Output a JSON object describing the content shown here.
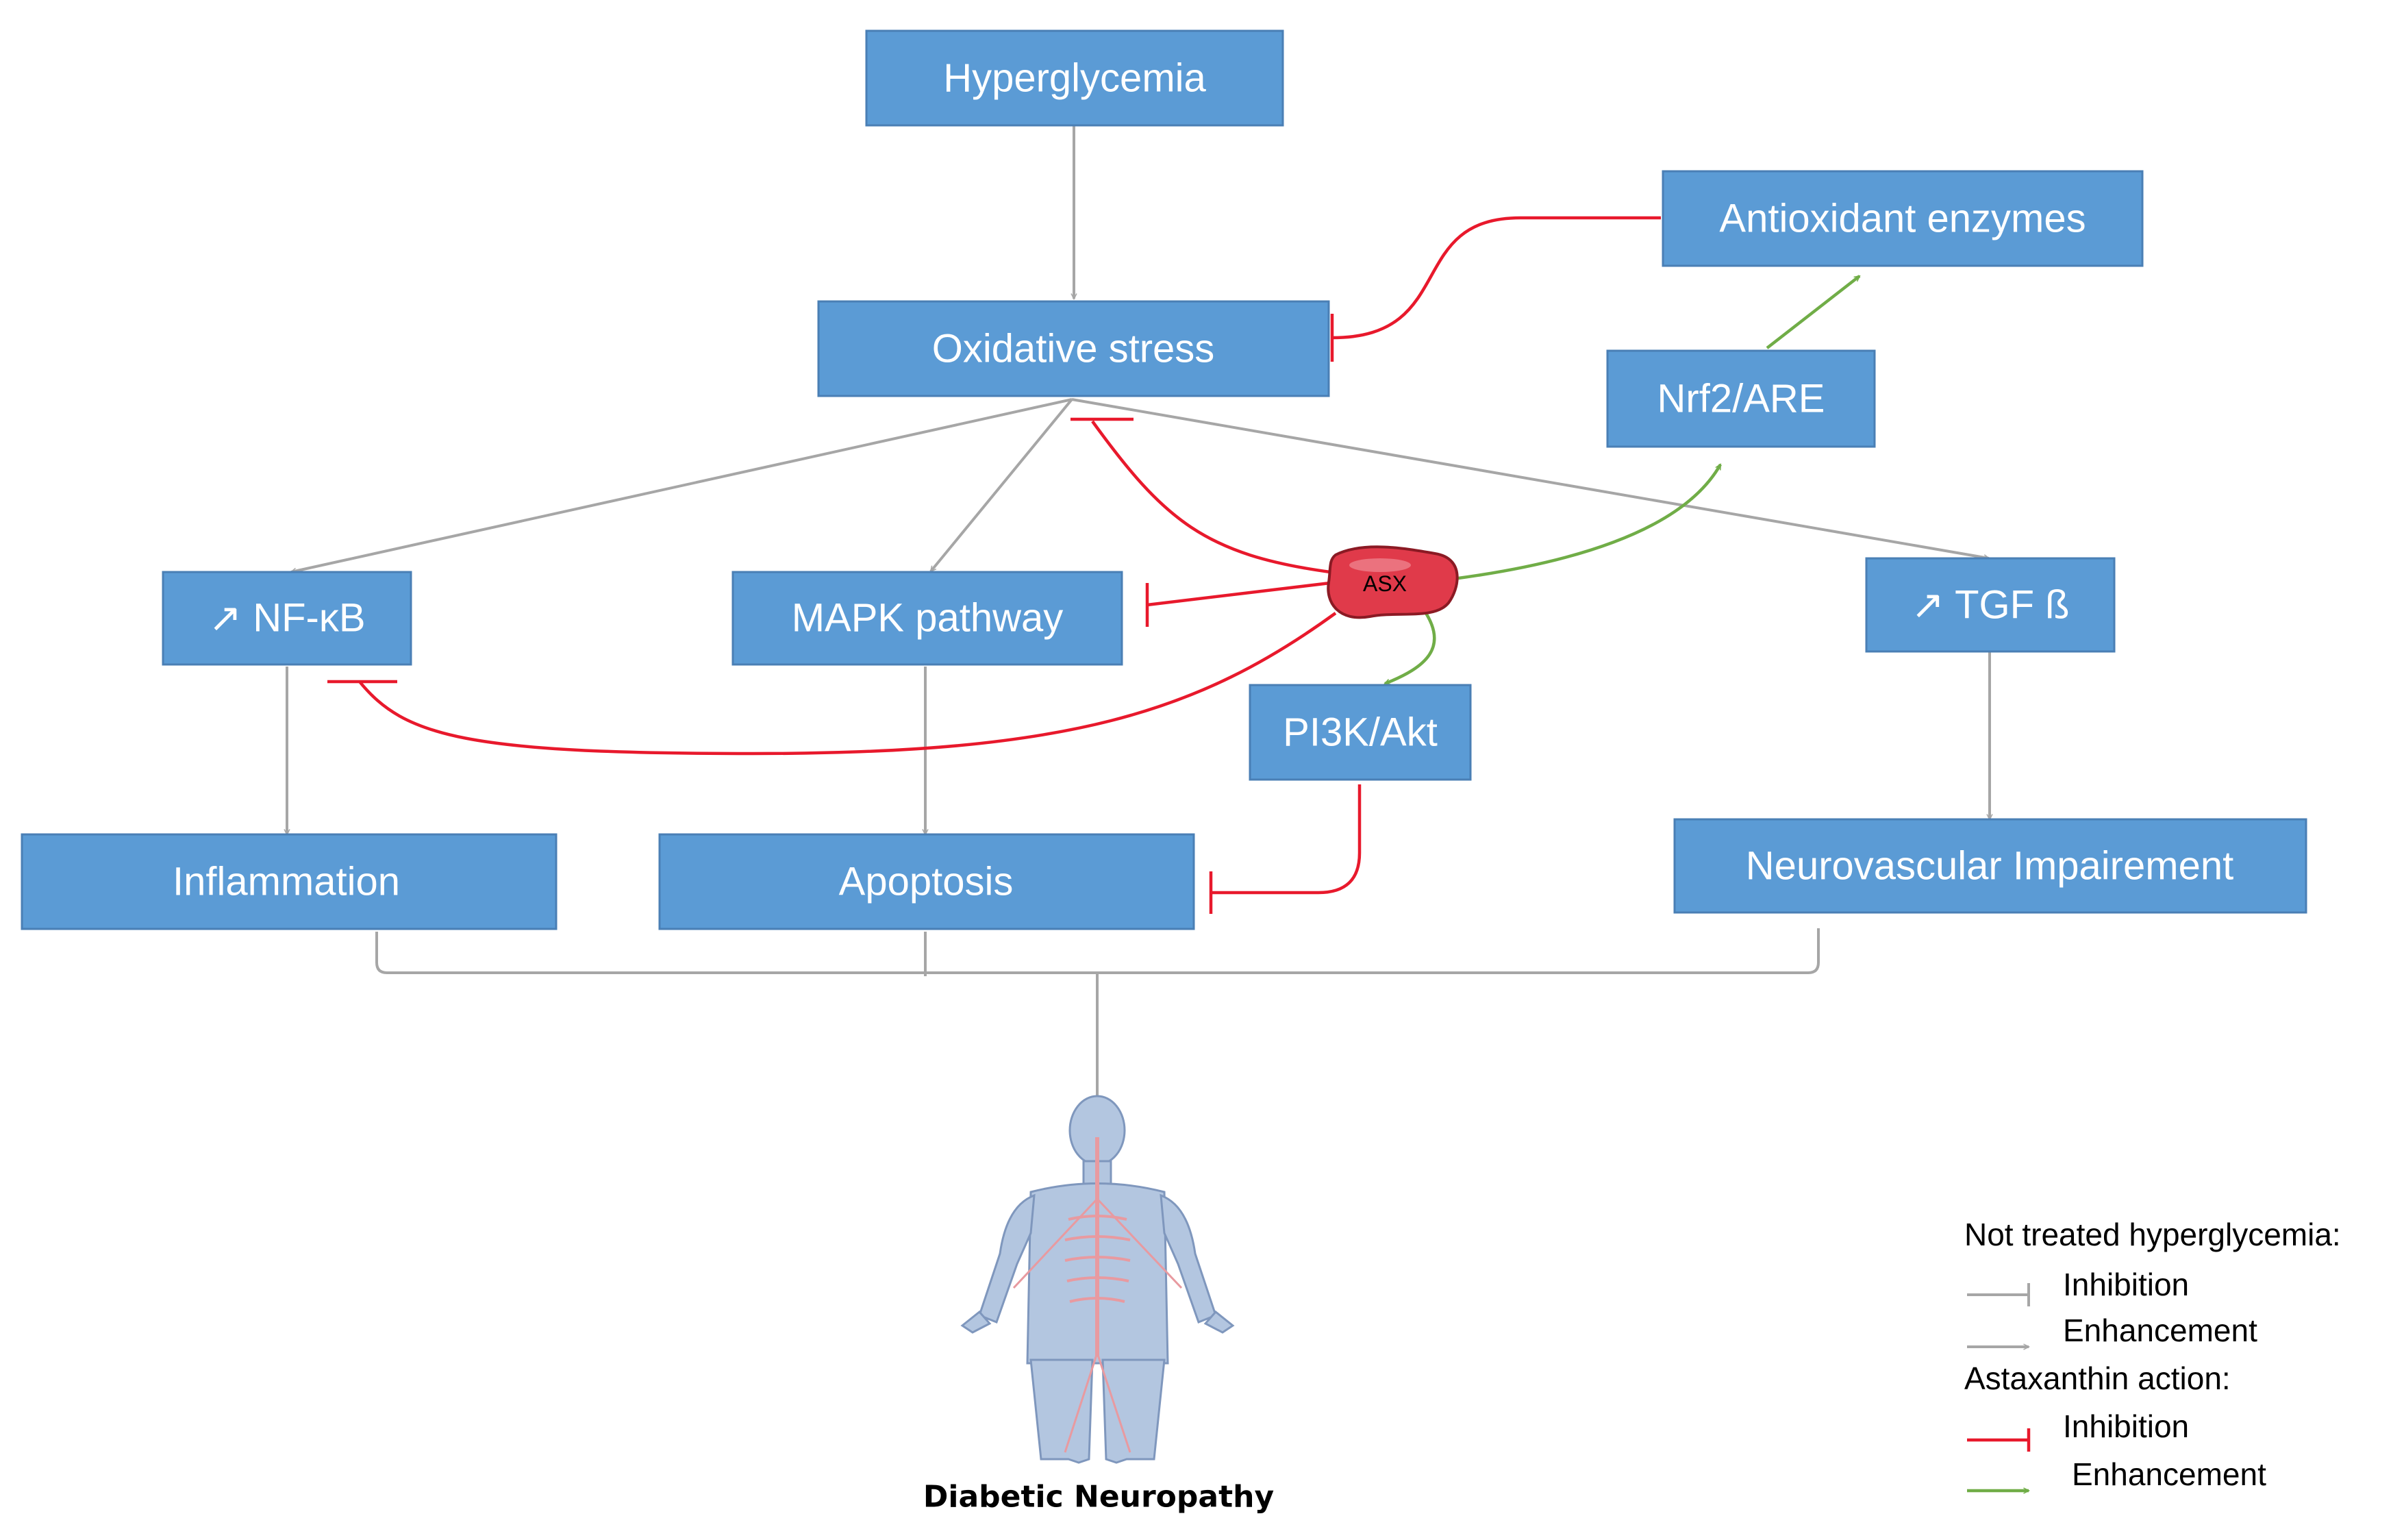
{
  "nodes": {
    "hyperglycemia": "Hyperglycemia",
    "antioxidant_enzymes": "Antioxidant enzymes",
    "oxidative_stress": "Oxidative stress",
    "nrf2_are": "Nrf2/ARE",
    "nfkb": "↗ NF-κB",
    "mapk": "MAPK pathway",
    "tgfb": "↗ TGF ß",
    "pi3k": "PI3K/Akt",
    "inflammation": "Inflammation",
    "apoptosis": "Apoptosis",
    "neurovascular": "Neurovascular Impairement"
  },
  "asx_label": "ASX",
  "outcome_label": "Diabetic Neuropathy",
  "legend": {
    "not_treated_title": "Not treated hyperglycemia:",
    "not_treated_inhibition": "Inhibition",
    "not_treated_enhancement": "Enhancement",
    "astaxanthin_title": "Astaxanthin action:",
    "astaxanthin_inhibition": "Inhibition",
    "astaxanthin_enhancement": "Enhancement"
  },
  "colors": {
    "box_fill": "#5b9bd5",
    "grey_arrow": "#a6a6a6",
    "inhibition_red": "#e8192c",
    "enhancement_green": "#70ad47",
    "asx_fill": "#e03a4a"
  }
}
